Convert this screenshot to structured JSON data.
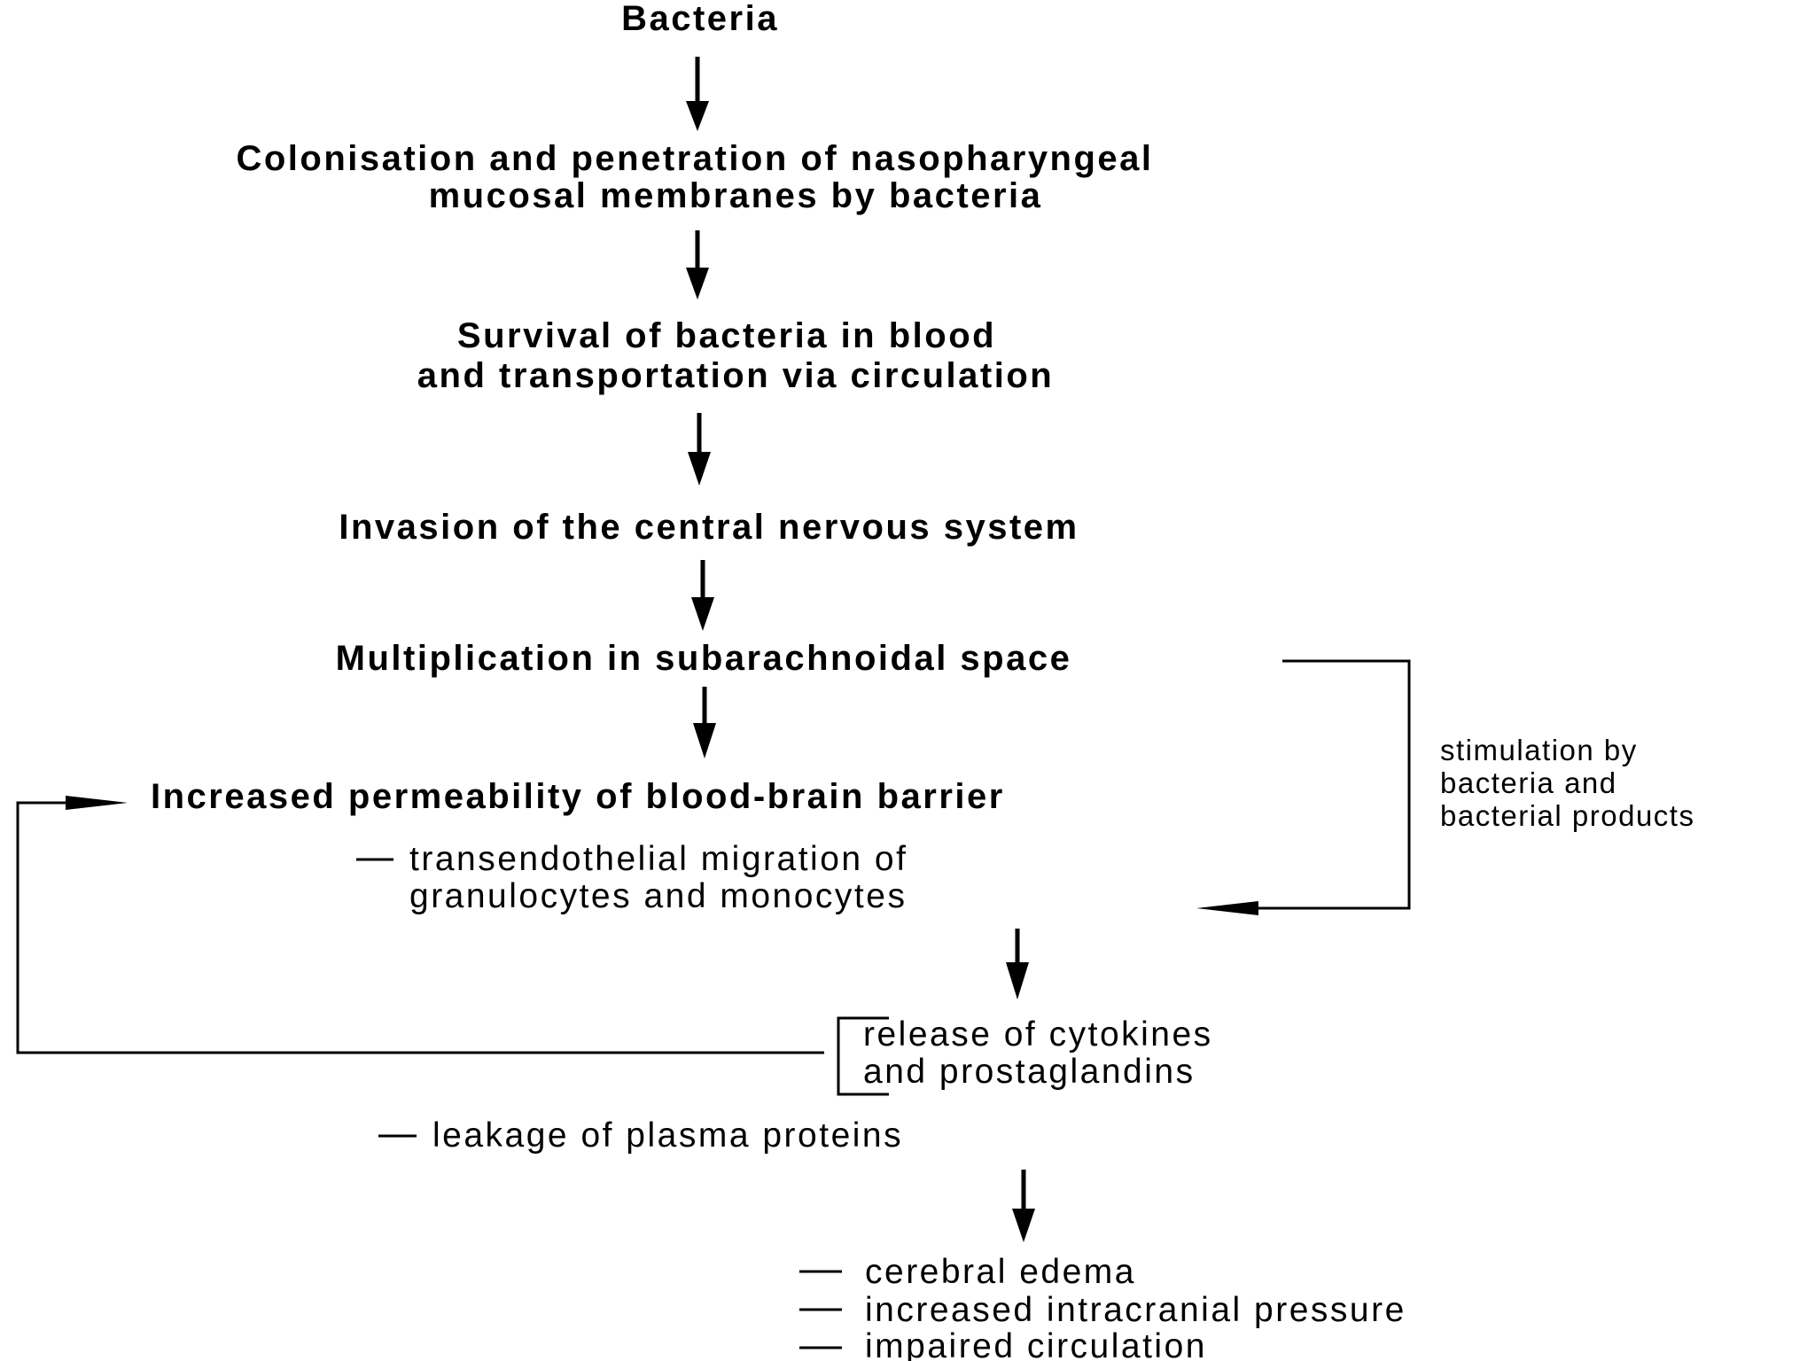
{
  "steps": [
    {
      "lines": [
        "Bacteria"
      ]
    },
    {
      "lines": [
        "Colonisation and penetration of nasopharyngeal",
        "mucosal membranes by bacteria"
      ]
    },
    {
      "lines": [
        "Survival of bacteria in blood",
        "and transportation via circulation"
      ]
    },
    {
      "lines": [
        "Invasion of the central nervous system"
      ]
    },
    {
      "lines": [
        "Multiplication in subarachnoidal space"
      ]
    },
    {
      "lines": [
        "Increased permeability of blood-brain barrier"
      ]
    }
  ],
  "migration": {
    "lines": [
      "transendothelial migration of",
      "granulocytes and monocytes"
    ]
  },
  "stimulation_note": {
    "lines": [
      "stimulation by",
      "bacteria and",
      "bacterial products"
    ]
  },
  "release": {
    "lines": [
      "release of cytokines",
      "and prostaglandins"
    ]
  },
  "leakage": "leakage of plasma proteins",
  "outcomes": [
    "cerebral edema",
    "increased intracranial pressure",
    "impaired circulation"
  ]
}
